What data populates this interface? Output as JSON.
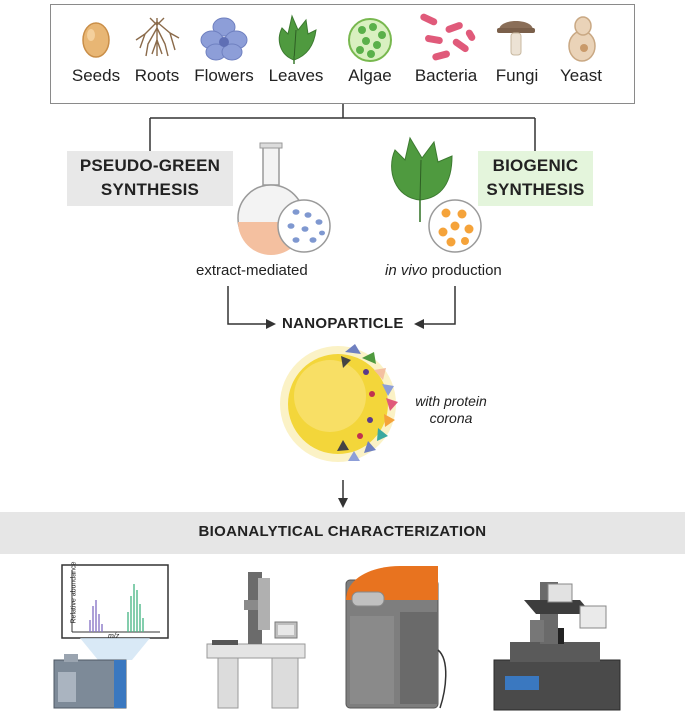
{
  "sources": [
    {
      "label": "Seeds",
      "icon": "seed-icon"
    },
    {
      "label": "Roots",
      "icon": "root-icon"
    },
    {
      "label": "Flowers",
      "icon": "flower-icon"
    },
    {
      "label": "Leaves",
      "icon": "leaf-icon"
    },
    {
      "label": "Algae",
      "icon": "algae-icon"
    },
    {
      "label": "Bacteria",
      "icon": "bacteria-icon"
    },
    {
      "label": "Fungi",
      "icon": "mushroom-icon"
    },
    {
      "label": "Yeast",
      "icon": "yeast-icon"
    }
  ],
  "left_branch": {
    "title_line1": "PSEUDO-GREEN",
    "title_line2": "SYNTHESIS",
    "caption": "extract-mediated"
  },
  "right_branch": {
    "title_line1": "BIOGENIC",
    "title_line2": "SYNTHESIS",
    "caption_italic": "in vivo",
    "caption_rest": " production"
  },
  "nanoparticle": {
    "title": "NANOPARTICLE",
    "corona_line1": "with protein",
    "corona_line2": "corona"
  },
  "characterization": {
    "title": "BIOANALYTICAL CHARACTERIZATION",
    "ms_ylabel": "Relative abundance",
    "ms_xlabel": "m/z",
    "instruments": [
      "mass-spectrometer-icon",
      "electron-microscope-icon",
      "spectrometer-instrument-icon",
      "atomic-force-microscope-icon"
    ]
  },
  "colors": {
    "pseudo_green_bg": "#e8e8e8",
    "biogenic_bg": "#e4f5dc",
    "band_bg": "#e6e6e6",
    "leaf_green": "#4f9a3f",
    "np_yellow": "#f3d63a"
  }
}
